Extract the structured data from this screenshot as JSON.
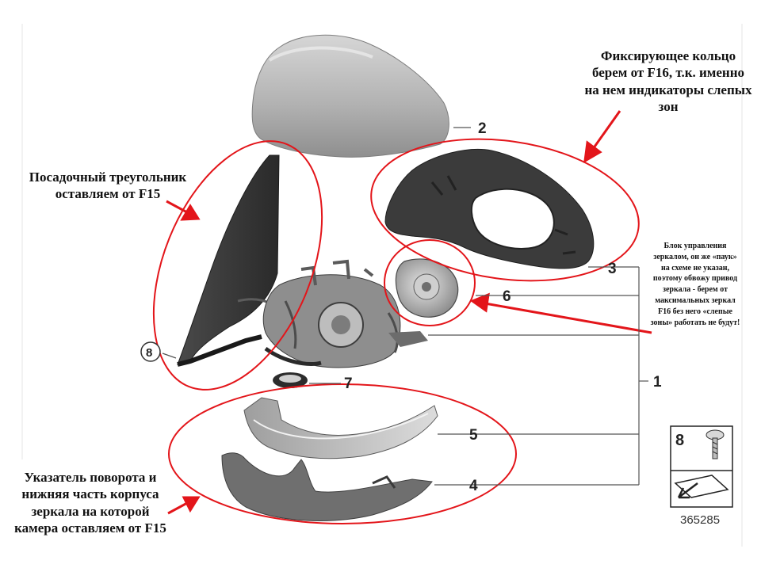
{
  "callouts": [
    "1",
    "2",
    "3",
    "4",
    "5",
    "6",
    "7",
    "8"
  ],
  "legend": {
    "number": "8",
    "reference": "365285"
  },
  "annotations": {
    "ring": "Фиксирующее кольцо берем от F16, т.к. именно на нем индикаторы слепых зон",
    "triangle": "Посадочный треугольник оставляем от F15",
    "control": "Блок управления зеркалом, он же «паук» на схеме не указан, поэтому обвожу привод зеркала - берем от максимальных зеркал F16 без него «слепые зоны» работать не будут!",
    "turn_signal": "Указатель поворота и нижняя часть корпуса зеркала на которой камера оставляем от F15"
  },
  "colors": {
    "highlight": "#e3151a",
    "part_dark": "#3a3a3a",
    "part_light": "#b9b9b9",
    "leader": "#555555"
  }
}
